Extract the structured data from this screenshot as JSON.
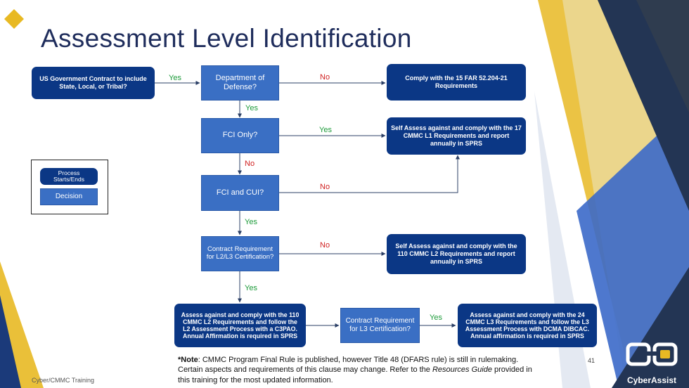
{
  "title": "Assessment Level Identification",
  "nodes": {
    "us_gov": "US Government Contract to include State, Local, or Tribal?",
    "dod": "Department of Defense?",
    "far": "Comply with the 15 FAR 52.204-21 Requirements",
    "fci_only": "FCI Only?",
    "l1": "Self Assess against and comply with the 17 CMMC L1 Requirements and report annually in SPRS",
    "fci_cui": "FCI and CUI?",
    "l2l3_req": "Contract Requirement for L2/L3 Certification?",
    "l2_self": "Self Assess against and comply with the 110 CMMC L2 Requirements and report annually in SPRS",
    "l2_c3pao": "Assess against and comply with the 110 CMMC L2 Requirements and follow the L2 Assessment Process with a C3PAO. Annual Affirmation is required in SPRS",
    "l3_req": "Contract Requirement for L3 Certification?",
    "l3": "Assess against and comply with the 24 CMMC L3 Requirements and follow the L3 Assessment Process with DCMA DIBCAC. Annual affirmation is required in SPRS"
  },
  "edge_labels": {
    "yes": "Yes",
    "no": "No"
  },
  "legend": {
    "terminal": "Process Starts/Ends",
    "decision": "Decision"
  },
  "note": {
    "bold": "*Note",
    "part1": ": CMMC Program Final Rule is published, however Title 48 (DFARS rule) is still in rulemaking. Certain aspects and requirements of this clause may change. Refer to the ",
    "italic": "Resources Guide",
    "part2": " provided in this training for the most updated information."
  },
  "footer": "Cyber/CMMC Training",
  "page_number": "41",
  "logo_text": "CyberAssist",
  "colors": {
    "title": "#1f2d5c",
    "terminal": "#0b3785",
    "decision": "#3a6fc4",
    "yes": "#1d9b3a",
    "no": "#d02020",
    "gold": "#e8b923",
    "navy": "#233554"
  }
}
